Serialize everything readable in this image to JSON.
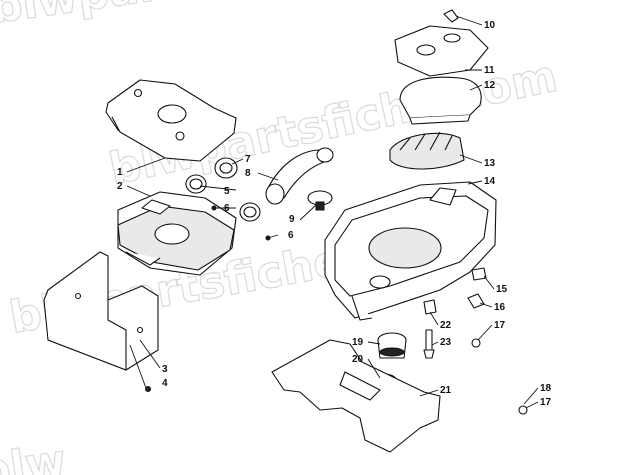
{
  "watermark": "blwpartsfiche.com",
  "callouts": [
    "1",
    "2",
    "3",
    "4",
    "5",
    "6",
    "6",
    "7",
    "8",
    "9",
    "10",
    "11",
    "12",
    "13",
    "14",
    "15",
    "16",
    "17",
    "17",
    "18",
    "19",
    "20",
    "21",
    "22",
    "23"
  ],
  "colors": {
    "line": "#111111",
    "watermark": "#d6d6d6",
    "background": "#ffffff"
  }
}
